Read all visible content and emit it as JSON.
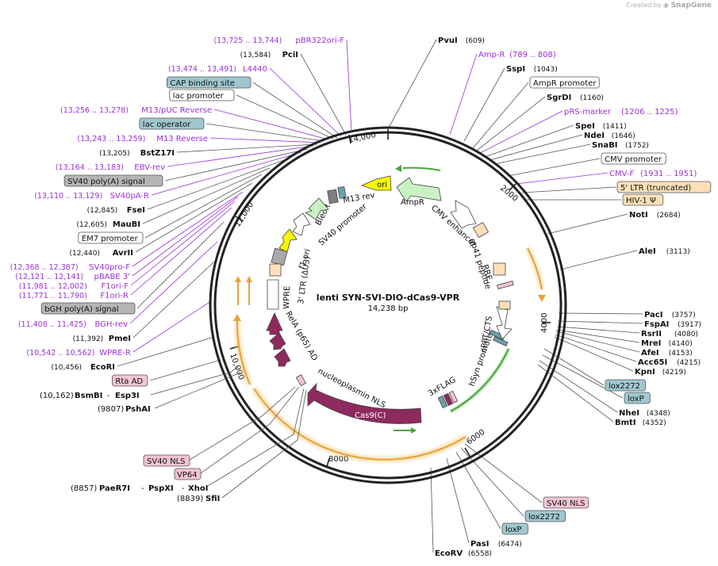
{
  "credit": {
    "prefix": "Created by",
    "brand": "SnapGene"
  },
  "map": {
    "name": "lenti SYN-SVI-DIO-dCas9-VPR",
    "length": "14,238 bp",
    "ticks": [
      "2000",
      "4000",
      "6000",
      "8000",
      "10,000",
      "12,000",
      "14,000"
    ]
  },
  "colors": {
    "primer": "#9b30d9",
    "arrow_line": "#555555",
    "yellow": "#f7f700",
    "orange": "#e8a23a",
    "green": "#46a73b",
    "light_green": "#c9f2c2",
    "maroon": "#8e2a5e",
    "peach": "#fde0b8",
    "teal": "#69a2ad",
    "pink": "#f3c4d3",
    "gray": "#a9a9a9"
  },
  "right_labels": [
    {
      "name": "PvuI",
      "pos": "(609)",
      "kind": "enzyme"
    },
    {
      "name": "Amp-R",
      "pos": "(789 .. 808)",
      "kind": "primer"
    },
    {
      "name": "SspI",
      "pos": "(1043)",
      "kind": "enzyme"
    },
    {
      "name": "AmpR promoter",
      "pos": "",
      "kind": "box-white"
    },
    {
      "name": "SgrDI",
      "pos": "(1160)",
      "kind": "enzyme"
    },
    {
      "name": "pRS-marker",
      "pos": "(1206 .. 1225)",
      "kind": "primer"
    },
    {
      "name": "SpeI",
      "pos": "(1411)",
      "kind": "enzyme"
    },
    {
      "name": "NdeI",
      "pos": "(1646)",
      "kind": "enzyme"
    },
    {
      "name": "SnaBI",
      "pos": "(1752)",
      "kind": "enzyme"
    },
    {
      "name": "CMV promoter",
      "pos": "",
      "kind": "box-white"
    },
    {
      "name": "CMV-F",
      "pos": "(1931 .. 1951)",
      "kind": "primer"
    },
    {
      "name": "5' LTR (truncated)",
      "pos": "",
      "kind": "box-peach"
    },
    {
      "name": "HIV-1 Ψ",
      "pos": "",
      "kind": "box-peach"
    },
    {
      "name": "NotI",
      "pos": "(2684)",
      "kind": "enzyme"
    },
    {
      "name": "AleI",
      "pos": "(3113)",
      "kind": "enzyme"
    },
    {
      "name": "PacI",
      "pos": "(3757)",
      "kind": "enzyme"
    },
    {
      "name": "FspAI",
      "pos": "(3917)",
      "kind": "enzyme"
    },
    {
      "name": "RsrII",
      "pos": "(4080)",
      "kind": "enzyme"
    },
    {
      "name": "MreI",
      "pos": "(4140)",
      "kind": "enzyme"
    },
    {
      "name": "AfeI",
      "pos": "(4153)",
      "kind": "enzyme"
    },
    {
      "name": "Acc65I",
      "pos": "(4215)",
      "kind": "enzyme"
    },
    {
      "name": "KpnI",
      "pos": "(4219)",
      "kind": "enzyme"
    },
    {
      "name": "lox2272",
      "pos": "",
      "kind": "box-teal"
    },
    {
      "name": "loxP",
      "pos": "",
      "kind": "box-teal"
    },
    {
      "name": "NheI",
      "pos": "(4348)",
      "kind": "enzyme"
    },
    {
      "name": "BmtI",
      "pos": "(4352)",
      "kind": "enzyme"
    },
    {
      "name": "SV40 NLS",
      "pos": "",
      "kind": "box-pink"
    },
    {
      "name": "lox2272",
      "pos": "",
      "kind": "box-teal"
    },
    {
      "name": "loxP",
      "pos": "",
      "kind": "box-teal"
    },
    {
      "name": "PasI",
      "pos": "(6474)",
      "kind": "enzyme"
    },
    {
      "name": "EcoRV",
      "pos": "(6558)",
      "kind": "enzyme"
    }
  ],
  "left_labels": [
    {
      "name": "pBR322ori-F",
      "pos": "(13,725 .. 13,744)",
      "kind": "primer"
    },
    {
      "name": "PciI",
      "pos": "(13,584)",
      "kind": "enzyme"
    },
    {
      "name": "L4440",
      "pos": "(13,474 .. 13,491)",
      "kind": "primer"
    },
    {
      "name": "CAP binding site",
      "pos": "",
      "kind": "box-teal"
    },
    {
      "name": "lac promoter",
      "pos": "",
      "kind": "box-white"
    },
    {
      "name": "M13/pUC Reverse",
      "pos": "(13,256 .. 13,278)",
      "kind": "primer"
    },
    {
      "name": "lac operator",
      "pos": "",
      "kind": "box-teal"
    },
    {
      "name": "M13 Reverse",
      "pos": "(13,243 .. 13,259)",
      "kind": "primer"
    },
    {
      "name": "BstZ17I",
      "pos": "(13,205)",
      "kind": "enzyme"
    },
    {
      "name": "EBV-rev",
      "pos": "(13,164 .. 13,183)",
      "kind": "primer"
    },
    {
      "name": "SV40 poly(A) signal",
      "pos": "",
      "kind": "box-gray"
    },
    {
      "name": "SV40pA-R",
      "pos": "(13,110 .. 13,129)",
      "kind": "primer"
    },
    {
      "name": "FseI",
      "pos": "(12,845)",
      "kind": "enzyme"
    },
    {
      "name": "MauBI",
      "pos": "(12,605)",
      "kind": "enzyme"
    },
    {
      "name": "EM7 promoter",
      "pos": "",
      "kind": "box-white"
    },
    {
      "name": "AvrII",
      "pos": "(12,440)",
      "kind": "enzyme"
    },
    {
      "name": "SV40pro-F",
      "pos": "(12,368 .. 12,387)",
      "kind": "primer"
    },
    {
      "name": "pBABE 3'",
      "pos": "(12,121 .. 12,141)",
      "kind": "primer"
    },
    {
      "name": "F1ori-F",
      "pos": "(11,981 .. 12,002)",
      "kind": "primer"
    },
    {
      "name": "F1ori-R",
      "pos": "(11,771 .. 11,790)",
      "kind": "primer"
    },
    {
      "name": "bGH poly(A) signal",
      "pos": "",
      "kind": "box-gray"
    },
    {
      "name": "BGH-rev",
      "pos": "(11,408 .. 11,425)",
      "kind": "primer"
    },
    {
      "name": "PmeI",
      "pos": "(11,392)",
      "kind": "enzyme"
    },
    {
      "name": "WPRE-R",
      "pos": "(10,542 .. 10,562)",
      "kind": "primer"
    },
    {
      "name": "EcoRI",
      "pos": "(10,456)",
      "kind": "enzyme"
    },
    {
      "name": "Rta AD",
      "pos": "",
      "kind": "box-pink"
    }
  ],
  "bottom_left": {
    "bsmbi": {
      "pos": "(10,162)",
      "a": "BsmBI",
      "b": "Esp3I"
    },
    "pshai": {
      "pos": "(9807)",
      "name": "PshAI"
    },
    "sv40nls": "SV40 NLS",
    "vp64": "VP64",
    "paer7i": {
      "pos": "(8857)",
      "a": "PaeR7I",
      "b": "PspXI",
      "c": "XhoI"
    },
    "sfii": {
      "pos": "(8839)",
      "name": "SfiI"
    }
  },
  "features": {
    "ori": "ori",
    "ampr": "AmpR",
    "m13rev": "M13 rev",
    "bleor": "BleoR",
    "sv40prom": "SV40 promoter",
    "f1ori": "f1 ori",
    "ltr3": "3' LTR (ΔU3)",
    "wpre": "WPRE",
    "rela": "RelA (p65) AD",
    "npnls": "nucleoplasmin NLS",
    "cas9": "Cas9(C)",
    "flag": "3xFLAG",
    "hsyn": "hSyn promoter",
    "cppt": "cPPT/CTS",
    "rre": "RRE",
    "gp41": "gp41 peptide",
    "cmvenh": "CMV enhancer"
  }
}
